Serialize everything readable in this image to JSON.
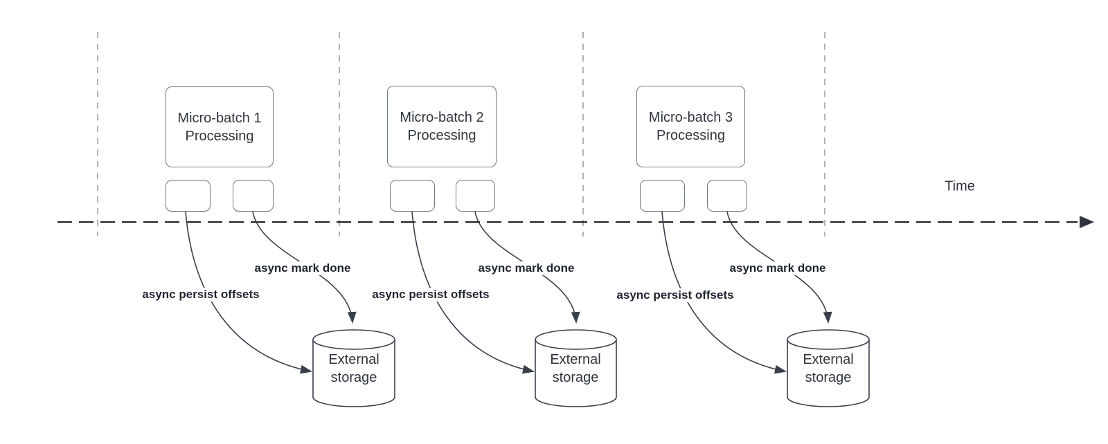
{
  "diagram": {
    "time_axis_label": "Time",
    "batches": [
      {
        "title_line1": "Micro-batch 1",
        "title_line2": "Processing",
        "persist_label": "async persist offsets",
        "mark_done_label": "async mark done",
        "storage_line1": "External",
        "storage_line2": "storage"
      },
      {
        "title_line1": "Micro-batch 2",
        "title_line2": "Processing",
        "persist_label": "async persist offsets",
        "mark_done_label": "async mark done",
        "storage_line1": "External",
        "storage_line2": "storage"
      },
      {
        "title_line1": "Micro-batch 3",
        "title_line2": "Processing",
        "persist_label": "async persist offsets",
        "mark_done_label": "async mark done",
        "storage_line1": "External",
        "storage_line2": "storage"
      }
    ],
    "colors": {
      "flow_stroke": "#39404c",
      "shape_border": "#6f7680",
      "lane_divider": "#b0b3b5",
      "timeline": "#1e1e1e",
      "text": "#2f353d",
      "label_text": "#1e2430",
      "background": "#ffffff"
    }
  }
}
